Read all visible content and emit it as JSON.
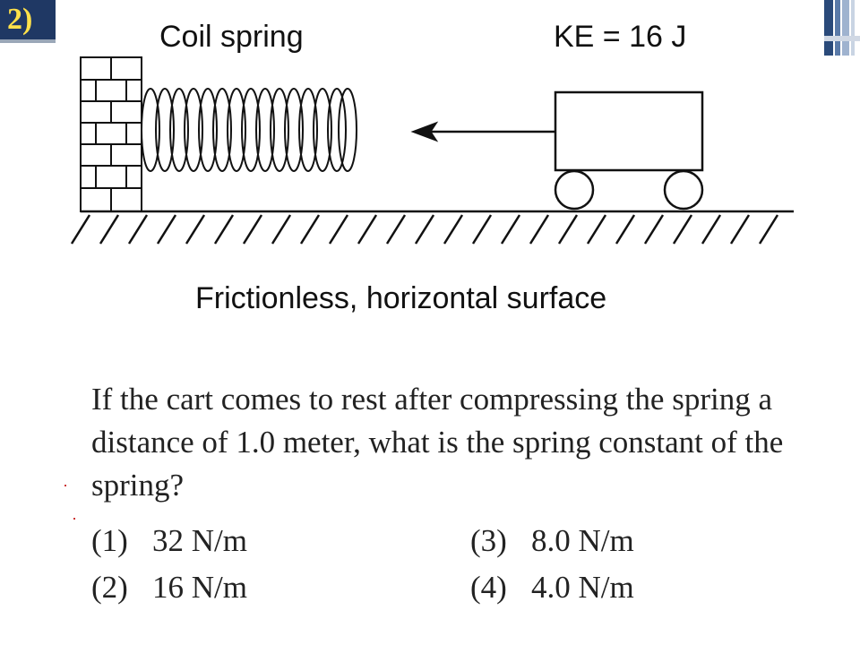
{
  "slide_number": "2)",
  "diagram": {
    "spring_label": "Coil spring",
    "energy_label": "KE = 16 J",
    "surface_label": "Frictionless, horizontal surface"
  },
  "question": {
    "text": "If the cart comes to rest after compressing the spring a distance of 1.0 meter, what is the spring constant of the spring?"
  },
  "options": [
    {
      "number": "(1)",
      "answer": "32 N/m"
    },
    {
      "number": "(2)",
      "answer": "16 N/m"
    },
    {
      "number": "(3)",
      "answer": "8.0 N/m"
    },
    {
      "number": "(4)",
      "answer": "4.0 N/m"
    }
  ],
  "colors": {
    "slide_number_bg": "#1f3864",
    "slide_number_text": "#ffe14a",
    "ink": "#111111"
  }
}
